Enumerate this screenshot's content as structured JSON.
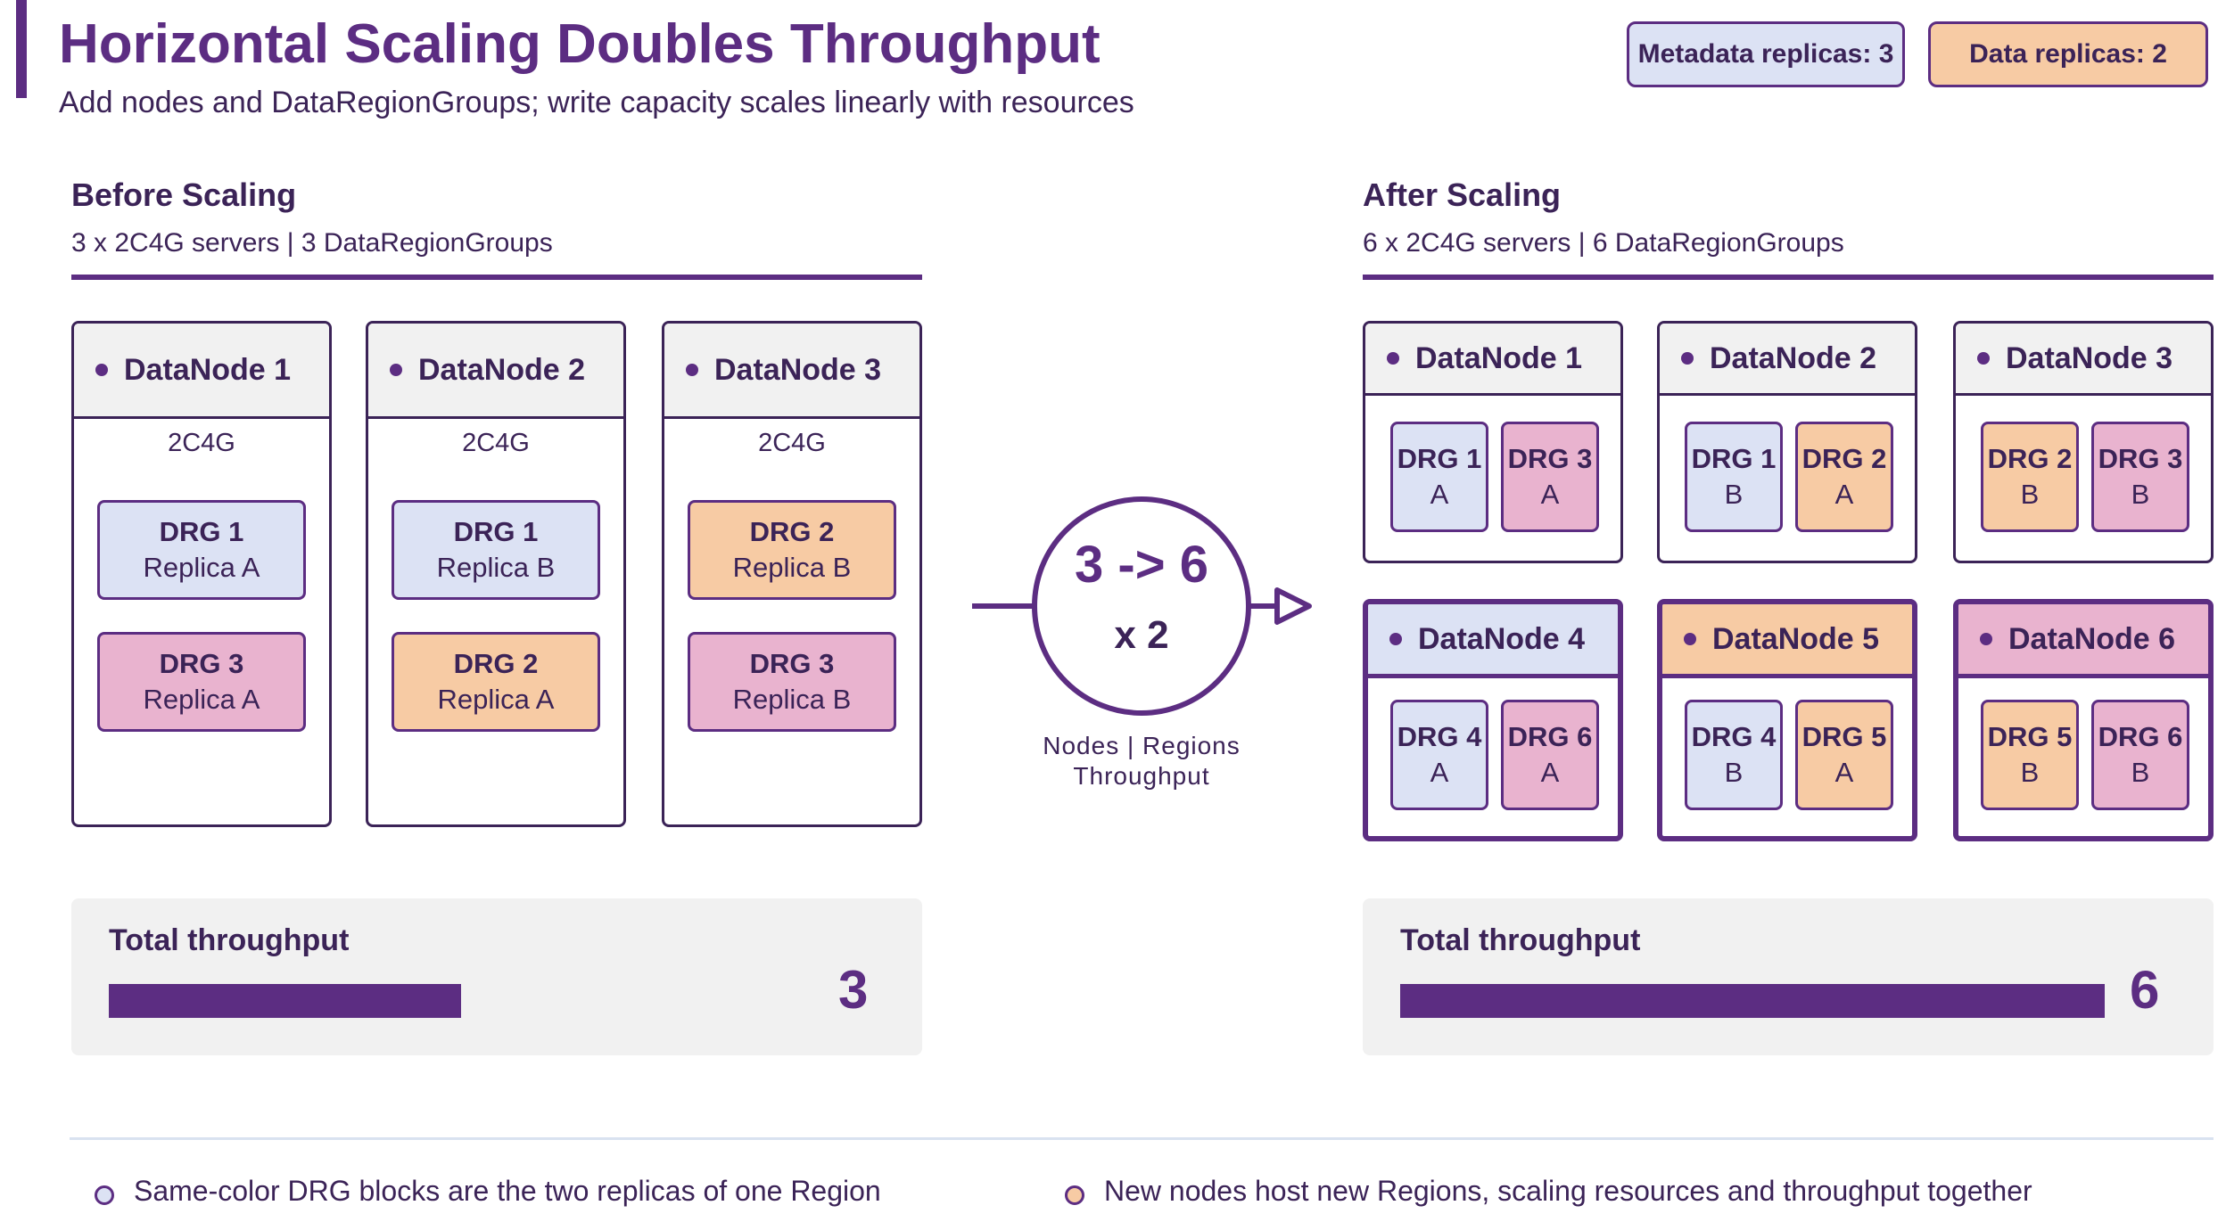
{
  "header": {
    "title": "Horizontal Scaling Doubles Throughput",
    "subtitle": "Add nodes and DataRegionGroups; write capacity scales linearly with resources",
    "badges": {
      "metadata": "Metadata replicas: 3",
      "data": "Data replicas: 2"
    }
  },
  "before": {
    "title": "Before Scaling",
    "subtitle": "3 x 2C4G servers | 3 DataRegionGroups",
    "nodes": [
      {
        "name": "DataNode 1",
        "spec": "2C4G",
        "drgs": [
          {
            "id": "DRG 1",
            "replica": "Replica A",
            "color": "blue"
          },
          {
            "id": "DRG 3",
            "replica": "Replica A",
            "color": "pink"
          }
        ]
      },
      {
        "name": "DataNode 2",
        "spec": "2C4G",
        "drgs": [
          {
            "id": "DRG 1",
            "replica": "Replica B",
            "color": "blue"
          },
          {
            "id": "DRG 2",
            "replica": "Replica A",
            "color": "orange"
          }
        ]
      },
      {
        "name": "DataNode 3",
        "spec": "2C4G",
        "drgs": [
          {
            "id": "DRG 2",
            "replica": "Replica B",
            "color": "orange"
          },
          {
            "id": "DRG 3",
            "replica": "Replica B",
            "color": "pink"
          }
        ]
      }
    ],
    "throughput": {
      "label": "Total throughput",
      "value": "3",
      "fraction": 0.5
    }
  },
  "transition": {
    "ratio": "3 -> 6",
    "factor": "x 2",
    "caption_line1": "Nodes | Regions",
    "caption_line2": "Throughput"
  },
  "after": {
    "title": "After Scaling",
    "subtitle": "6 x 2C4G servers | 6 DataRegionGroups",
    "nodes": [
      {
        "name": "DataNode 1",
        "new": false,
        "drgs": [
          {
            "id": "DRG 1",
            "replica": "A",
            "color": "blue"
          },
          {
            "id": "DRG 3",
            "replica": "A",
            "color": "pink"
          }
        ]
      },
      {
        "name": "DataNode 2",
        "new": false,
        "drgs": [
          {
            "id": "DRG 1",
            "replica": "B",
            "color": "blue"
          },
          {
            "id": "DRG 2",
            "replica": "A",
            "color": "orange"
          }
        ]
      },
      {
        "name": "DataNode 3",
        "new": false,
        "drgs": [
          {
            "id": "DRG 2",
            "replica": "B",
            "color": "orange"
          },
          {
            "id": "DRG 3",
            "replica": "B",
            "color": "pink"
          }
        ]
      },
      {
        "name": "DataNode 4",
        "new": true,
        "headColor": "blue",
        "drgs": [
          {
            "id": "DRG 4",
            "replica": "A",
            "color": "blue"
          },
          {
            "id": "DRG 6",
            "replica": "A",
            "color": "pink"
          }
        ]
      },
      {
        "name": "DataNode 5",
        "new": true,
        "headColor": "orange",
        "drgs": [
          {
            "id": "DRG 4",
            "replica": "B",
            "color": "blue"
          },
          {
            "id": "DRG 5",
            "replica": "A",
            "color": "orange"
          }
        ]
      },
      {
        "name": "DataNode 6",
        "new": true,
        "headColor": "pink",
        "drgs": [
          {
            "id": "DRG 5",
            "replica": "B",
            "color": "orange"
          },
          {
            "id": "DRG 6",
            "replica": "B",
            "color": "pink"
          }
        ]
      }
    ],
    "throughput": {
      "label": "Total throughput",
      "value": "6",
      "fraction": 1.0
    }
  },
  "legend": {
    "item1": "Same-color DRG blocks are the two replicas of one Region",
    "item2": "New nodes host new Regions, scaling resources and throughput together"
  },
  "colors": {
    "accent": "#5c2d82",
    "blue": "#dce2f4",
    "pink": "#e9b3cf",
    "orange": "#f7cba4",
    "panel": "#f1f1f1"
  }
}
